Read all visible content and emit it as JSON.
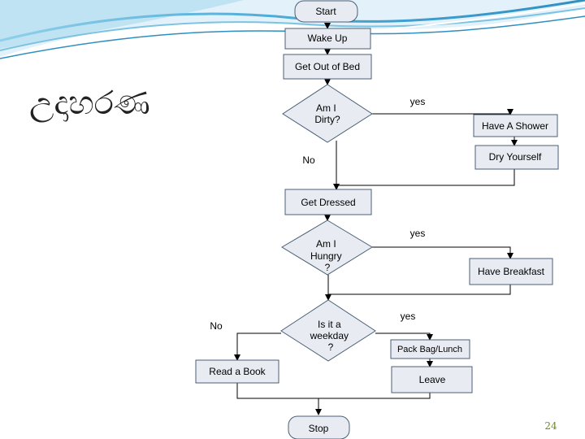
{
  "slide": {
    "title": "උදාහරණ",
    "page_number": "24",
    "accent_colors": {
      "wave_light": "#bfe3f2",
      "wave_mid": "#7cc3e2",
      "wave_dark": "#2f8fc0",
      "node_fill": "#e8ecf2",
      "node_stroke": "#4b5f78",
      "page_number": "#6b8a2a"
    }
  },
  "nodes": {
    "start": "Start",
    "wake_up": "Wake Up",
    "get_out_of_bed": "Get Out of Bed",
    "dirty_q": [
      "Am I",
      "Dirty?"
    ],
    "have_shower": "Have A Shower",
    "dry_yourself": "Dry Yourself",
    "get_dressed": "Get Dressed",
    "hungry_q": [
      "Am I",
      "Hungry",
      "?"
    ],
    "have_breakfast": "Have Breakfast",
    "weekday_q": [
      "Is it a",
      "weekday",
      "?"
    ],
    "pack_bag": "Pack Bag/Lunch",
    "read_book": "Read a Book",
    "leave": "Leave",
    "stop": "Stop"
  },
  "edge_labels": {
    "dirty_yes": "yes",
    "dirty_no": "No",
    "hungry_yes": "yes",
    "weekday_yes": "yes",
    "weekday_no": "No"
  }
}
